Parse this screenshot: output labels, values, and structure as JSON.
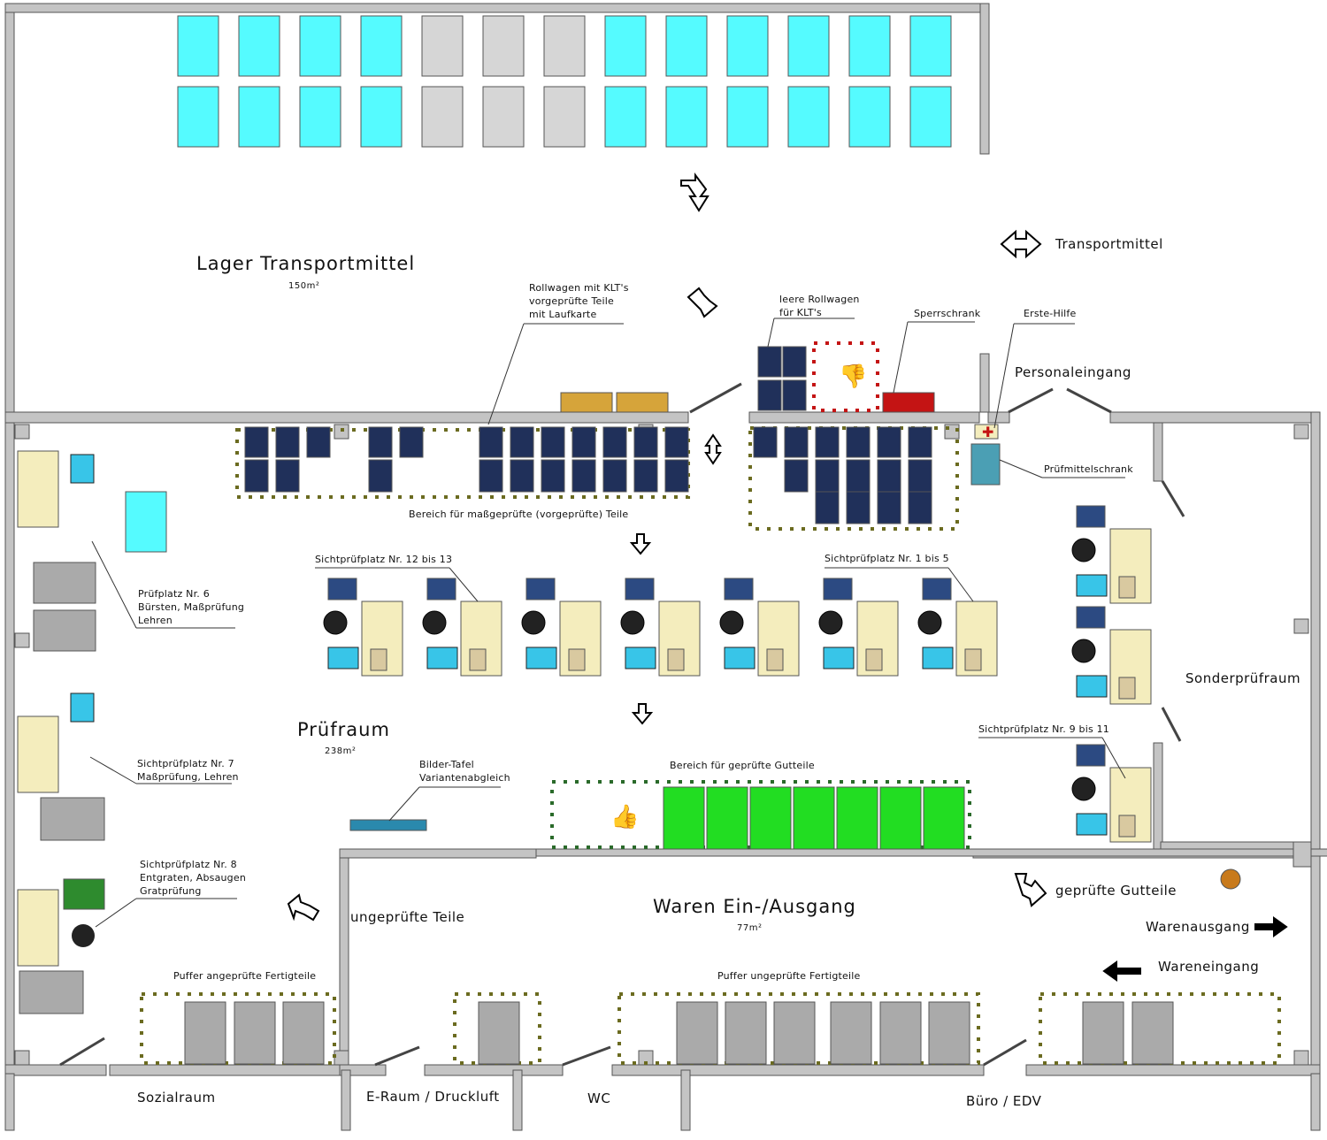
{
  "rooms": {
    "lager": {
      "name": "Lager Transportmittel",
      "area": "150m²"
    },
    "pruefraum": {
      "name": "Prüfraum",
      "area": "238m²"
    },
    "waren": {
      "name": "Waren Ein-/Ausgang",
      "area": "77m²"
    },
    "sonderpruefraum": "Sonderprüfraum",
    "sozialraum": "Sozialraum",
    "eraum": "E-Raum / Druckluft",
    "wc": "WC",
    "buero": "Büro / EDV"
  },
  "flows": {
    "transportmittel": "Transportmittel",
    "personaleingang": "Personaleingang",
    "ungepruefte_teile": "ungeprüfte Teile",
    "gepruefte_gutteile": "geprüfte Gutteile",
    "warenausgang": "Warenausgang",
    "wareneingang": "Wareneingang"
  },
  "labels": {
    "rollwagen_vorgeprueft": "Rollwagen mit KLT's\nvorgeprüfte Teile\nmit Laufkarte",
    "leere_rollwagen": "leere Rollwagen\nfür KLT's",
    "sperrschrank": "Sperrschrank",
    "erste_hilfe": "Erste-Hilfe",
    "pruefmittelschrank": "Prüfmittelschrank",
    "bereich_massgeprueft": "Bereich für maßgeprüfte (vorgeprüfte) Teile",
    "sichtpruefplatz_12_13": "Sichtprüfplatz Nr. 12 bis 13",
    "sichtpruefplatz_1_5": "Sichtprüfplatz Nr. 1 bis 5",
    "sichtpruefplatz_9_11": "Sichtprüfplatz Nr. 9 bis 11",
    "pruefplatz_6": "Prüfplatz Nr. 6\nBürsten, Maßprüfung\nLehren",
    "sichtpruefplatz_7": "Sichtprüfplatz Nr. 7\nMaßprüfung, Lehren",
    "sichtpruefplatz_8": "Sichtprüfplatz Nr. 8\nEntgraten, Absaugen\nGratprüfung",
    "bilder_tafel": "Bilder-Tafel\nVariantenabgleich",
    "bereich_gutteile": "Bereich für geprüfte Gutteile",
    "puffer_angeprueft": "Puffer angeprüfte Fertigteile",
    "puffer_ungeprueft": "Puffer ungeprüfte Fertigteile"
  },
  "colors": {
    "wall": "#c4c4c4",
    "wall_outline": "#555555",
    "cyan_storage": "#55fbff",
    "grey_storage": "#d6d6d6",
    "gutteile_green": "#22dd22",
    "sperrschrank_red": "#c41414",
    "rack_dark": "#20305a",
    "bench_yellow": "#f4edbd",
    "mustard": "#d6a43a",
    "pallet_grey": "#aaaaaa",
    "pruefmittelschrank": "#4b9fb4",
    "bilder_tafel": "#2a89ad",
    "gratpruefung_green": "#2e8b2e",
    "drop_marker": "#c87a1c"
  }
}
